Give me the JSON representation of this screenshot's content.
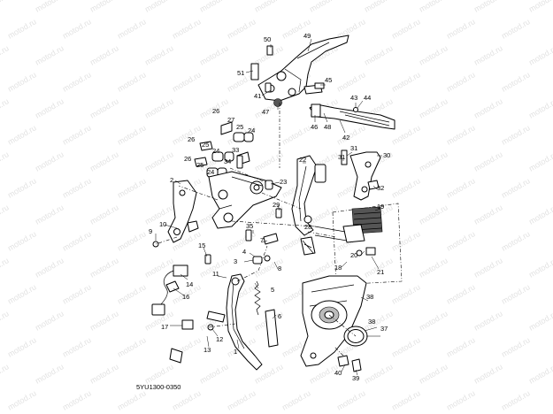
{
  "watermark": "motod.ru",
  "diagram_code": "5YU1300-0350",
  "callouts": {
    "c1": "1",
    "c2": "2",
    "c3": "3",
    "c4": "4",
    "c5": "5",
    "c6": "6",
    "c7": "7",
    "c8": "8",
    "c9": "9",
    "c10": "10",
    "c11": "11",
    "c12": "12",
    "c13": "13",
    "c14": "14",
    "c15": "15",
    "c16": "16",
    "c17": "17",
    "c18": "18",
    "c19": "19",
    "c20": "20",
    "c21": "21",
    "c22": "22",
    "c23": "23",
    "c24a": "24",
    "c24b": "24",
    "c24c": "24",
    "c25a": "25",
    "c25b": "25",
    "c25c": "25",
    "c26a": "26",
    "c26b": "26",
    "c26c": "26",
    "c27": "27",
    "c28": "28",
    "c29": "29",
    "c30": "30",
    "c31a": "31",
    "c31b": "31",
    "c32": "32",
    "c33": "33",
    "c34": "34",
    "c35": "35",
    "c36": "36",
    "c37": "37",
    "c38a": "38",
    "c38b": "38",
    "c39": "39",
    "c40": "40",
    "c41": "41",
    "c42": "42",
    "c43": "43",
    "c44": "44",
    "c45": "45",
    "c46": "46",
    "c47": "47",
    "c48": "48",
    "c49": "49",
    "c50": "50",
    "c51": "51"
  }
}
